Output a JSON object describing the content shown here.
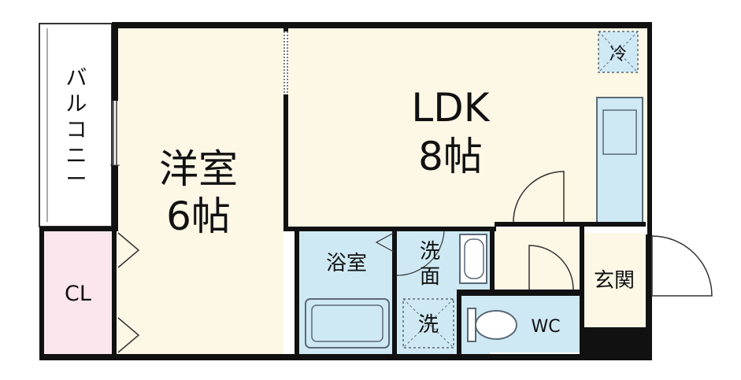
{
  "colors": {
    "wall": "#111111",
    "floor_room": "#fdf7e6",
    "wet_area": "#cfe9f4",
    "closet": "#fbe6ee",
    "balcony": "#ffffff",
    "fixture_stroke": "#5a6a75"
  },
  "rooms": {
    "balcony": {
      "label_vertical": [
        "バ",
        "ル",
        "コ",
        "ニ",
        "ー"
      ]
    },
    "western_room": {
      "label": "洋室",
      "size": "6帖"
    },
    "ldk": {
      "label": "LDK",
      "size": "8帖"
    },
    "closet": {
      "label": "CL"
    },
    "bath": {
      "label": "浴室"
    },
    "washroom": {
      "label_line1": "洗",
      "label_line2": "面"
    },
    "washer": {
      "label": "洗"
    },
    "toilet": {
      "label": "WC"
    },
    "entrance": {
      "label": "玄関"
    },
    "fridge": {
      "label": "冷"
    }
  }
}
